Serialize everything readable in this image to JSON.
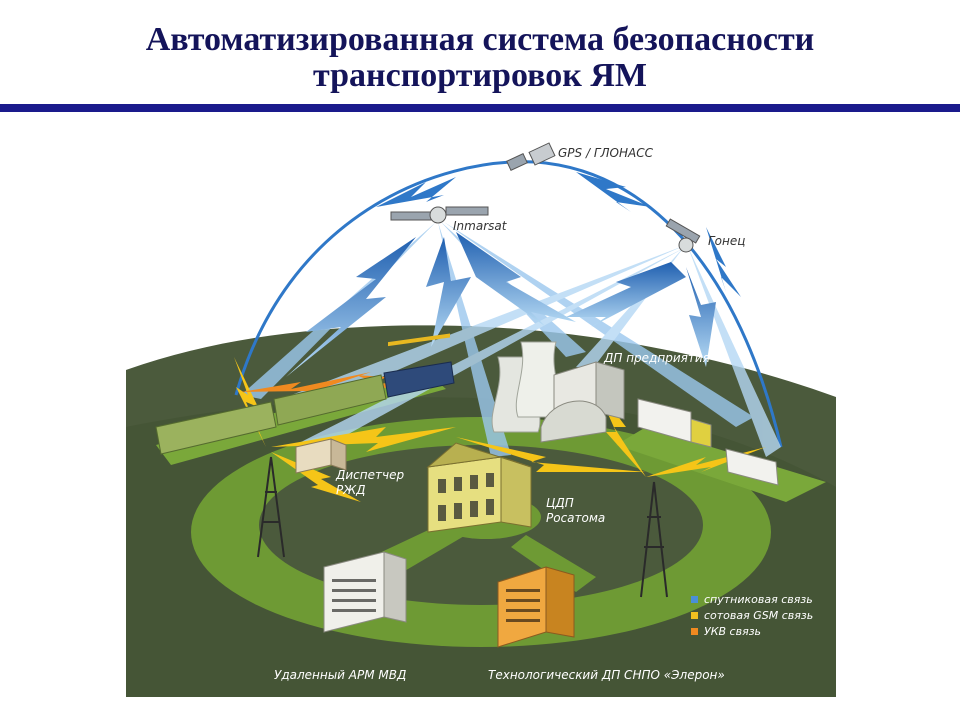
{
  "slide": {
    "title_line1": "Автоматизированная система безопасности",
    "title_line2": "транспортировок ЯМ"
  },
  "diagram": {
    "satellites": {
      "gps": "GPS / ГЛОНАСС",
      "inmarsat": "Inmarsat",
      "gonets": "Гонец"
    },
    "nodes": {
      "enterprise_dp": "ДП предприятия",
      "rzd_dispatcher_line1": "Диспетчер",
      "rzd_dispatcher_line2": "РЖД",
      "rosatom_cdp_line1": "ЦДП",
      "rosatom_cdp_line2": "Росатома",
      "mvd_arm": "Удаленный АРМ МВД",
      "tech_dp": "Технологический ДП СНПО «Элерон»"
    },
    "legend": [
      {
        "label": "спутниковая связь",
        "color": "#4a8fd8"
      },
      {
        "label": "сотовая GSM связь",
        "color": "#f0c020"
      },
      {
        "label": "УКВ связь",
        "color": "#f08a20"
      }
    ],
    "colors": {
      "satellite_link": "#5aa0e0",
      "gsm_link": "#f5c518",
      "ukv_link": "#f08a20",
      "ground": "#4a5a3a",
      "ring": "#7aa83a"
    }
  }
}
